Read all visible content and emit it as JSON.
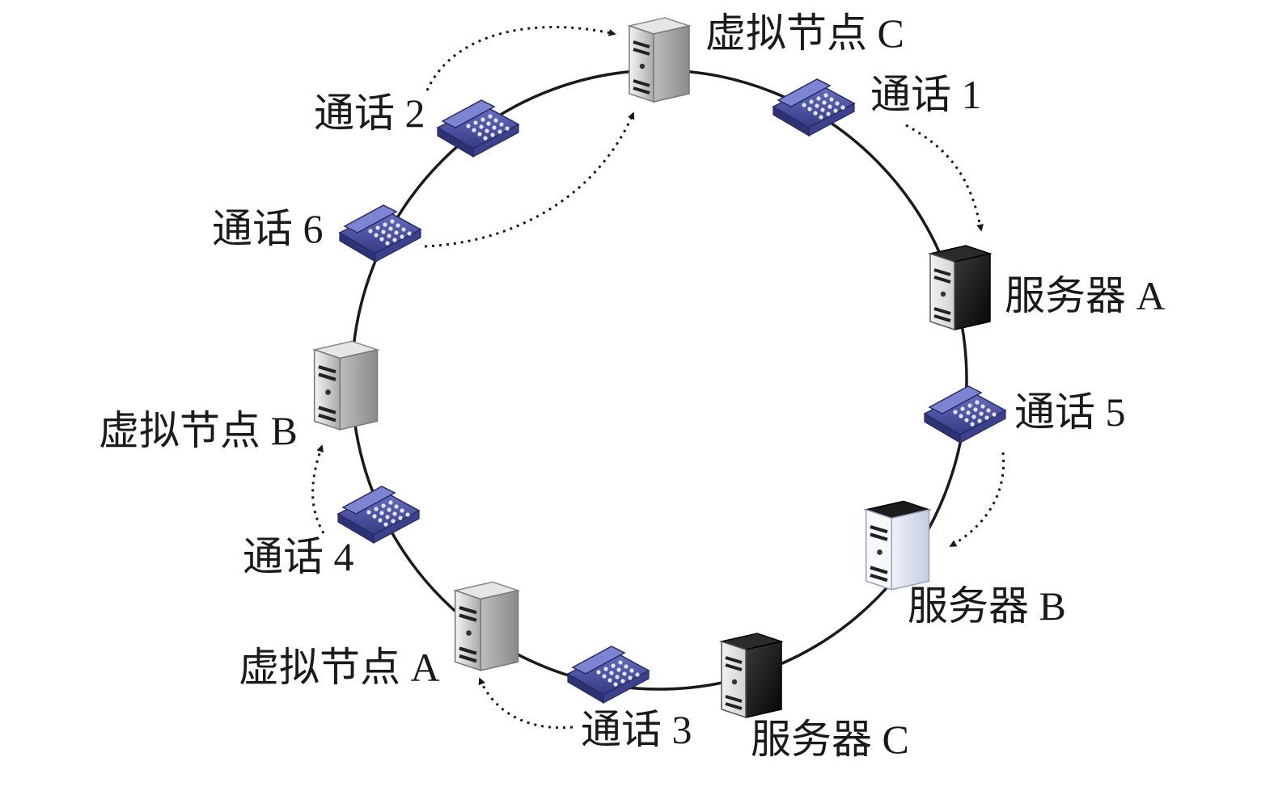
{
  "ring": {
    "nodes": [
      {
        "id": "virtual-c",
        "kind": "virtual",
        "label": "虚拟节点 C"
      },
      {
        "id": "server-a",
        "kind": "physical",
        "label": "服务器 A"
      },
      {
        "id": "server-b",
        "kind": "physical",
        "label": "服务器 B"
      },
      {
        "id": "server-c",
        "kind": "physical",
        "label": "服务器 C"
      },
      {
        "id": "virtual-a",
        "kind": "virtual",
        "label": "虚拟节点 A"
      },
      {
        "id": "virtual-b",
        "kind": "virtual",
        "label": "虚拟节点 B"
      }
    ],
    "calls": [
      {
        "id": "call-1",
        "label": "通话 1",
        "target": "server-a"
      },
      {
        "id": "call-2",
        "label": "通话 2",
        "target": "virtual-c"
      },
      {
        "id": "call-3",
        "label": "通话 3",
        "target": "virtual-a"
      },
      {
        "id": "call-4",
        "label": "通话 4",
        "target": "virtual-b"
      },
      {
        "id": "call-5",
        "label": "通话 5",
        "target": "server-b"
      },
      {
        "id": "call-6",
        "label": "通话 6",
        "target": "virtual-c"
      }
    ]
  },
  "colors": {
    "ring": "#1a1a1a",
    "phone": "#4a4f9c",
    "virtual_server": "#c9c9c9",
    "physical_server": "#1e1e1e"
  },
  "icons": {
    "phone": "telephone-icon",
    "server": "server-icon"
  }
}
